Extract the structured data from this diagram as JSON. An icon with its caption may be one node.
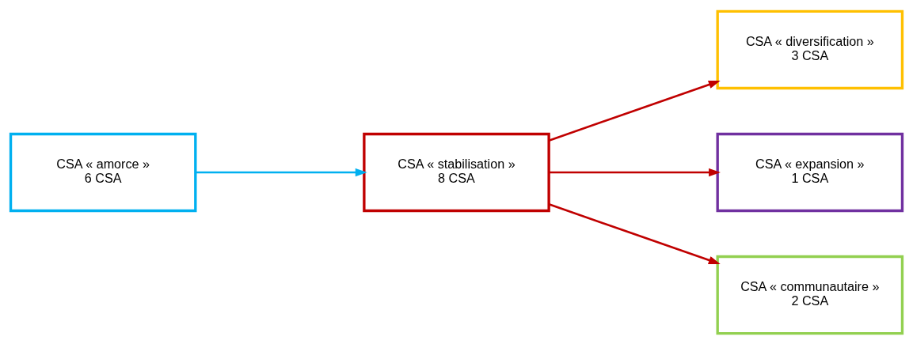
{
  "diagram": {
    "nodes": [
      {
        "text": [
          "CSA « amorce »",
          "6 CSA"
        ]
      },
      {
        "text": [
          "CSA « stabilisation »",
          "8 CSA"
        ]
      },
      {
        "text": [
          "CSA « diversification »",
          "3 CSA"
        ]
      },
      {
        "text": [
          "CSA « expansion »",
          "1 CSA"
        ]
      },
      {
        "text": [
          "CSA « communautaire »",
          "2 CSA"
        ]
      }
    ],
    "edges": [
      {
        "from": 0,
        "to": 1,
        "arrow": "to",
        "color": "#00b0f0"
      },
      {
        "from": 1,
        "to": 2,
        "arrow": "to"
      },
      {
        "from": 1,
        "to": 3,
        "arrow": "to"
      },
      {
        "from": 1,
        "to": 4,
        "arrow": "to"
      }
    ]
  }
}
